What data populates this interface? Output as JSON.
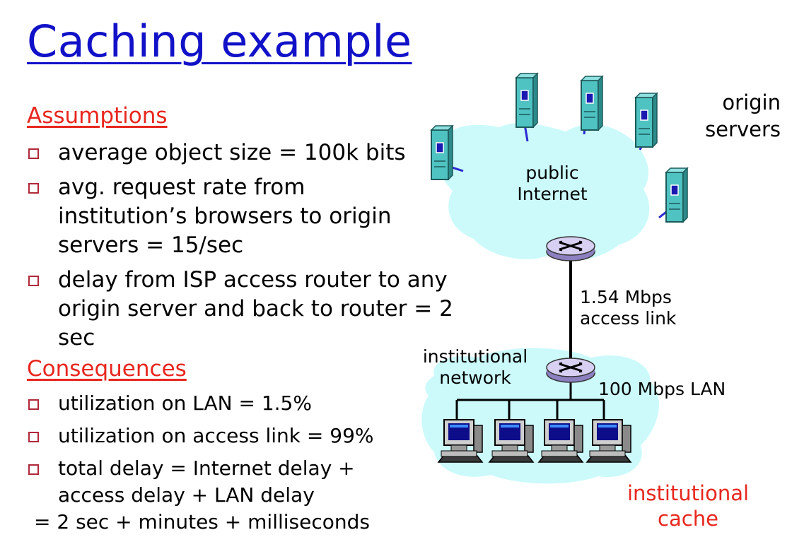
{
  "slide": {
    "title": "Caching example",
    "assumptions_heading": "Assumptions",
    "assumptions": [
      "average object size = 100k bits",
      "avg. request rate from institution’s browsers to origin servers = 15/sec",
      "delay from ISP access router to any origin server and back to router  = 2 sec"
    ],
    "consequences_heading": "Consequences",
    "consequences": [
      "utilization on LAN = 1.5%",
      "utilization on access link = 99%",
      "total delay   = Internet delay + access delay + LAN delay"
    ],
    "total_delay_result": " =  2 sec + minutes + milliseconds"
  },
  "diagram": {
    "origin_servers_label": "origin servers",
    "public_internet_label": "public Internet",
    "access_link_label": "1.54 Mbps access link",
    "institutional_network_label": "institutional network",
    "lan_label": "100 Mbps LAN",
    "institutional_cache_label": "institutional cache",
    "colors": {
      "cloud": "#ccfafb",
      "server": "#4fc2c2",
      "router": "#c8bfe8",
      "link": "#2a2ad0",
      "accent_red": "#e8261e",
      "title_blue": "#1111c8"
    },
    "icons": [
      "server-icon",
      "router-icon",
      "computer-icon"
    ]
  }
}
